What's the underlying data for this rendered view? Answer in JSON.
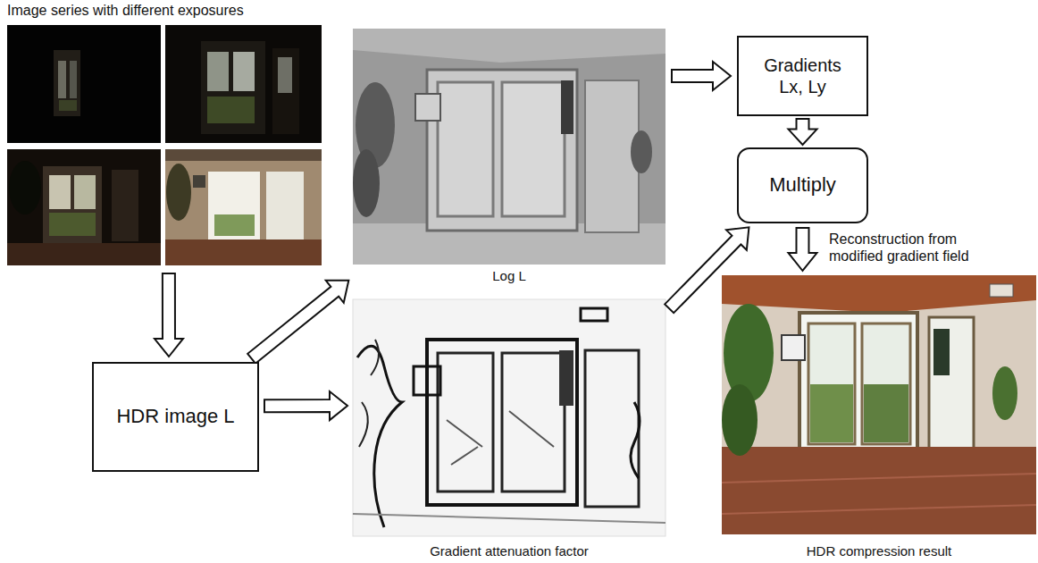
{
  "diagram": {
    "nodes": [
      {
        "text": [
          "Image series with different exposures"
        ]
      },
      {
        "text": [
          "HDR image L"
        ]
      },
      {
        "text": [
          "Log L"
        ]
      },
      {
        "text": [
          "Gradient attenuation factor"
        ]
      },
      {
        "text": [
          "Gradients Lx, Ly"
        ]
      },
      {
        "text": [
          "Multiply"
        ]
      },
      {
        "text": [
          "HDR compression result"
        ]
      }
    ],
    "edges": [
      {
        "from": 0,
        "to": 1,
        "arrow": "to"
      },
      {
        "from": 1,
        "to": 2,
        "arrow": "to"
      },
      {
        "from": 1,
        "to": 3,
        "arrow": "to"
      },
      {
        "from": 2,
        "to": 4,
        "arrow": "to"
      },
      {
        "from": 4,
        "to": 5,
        "arrow": "to"
      },
      {
        "from": 3,
        "to": 5,
        "arrow": "to"
      },
      {
        "from": 5,
        "to": 6,
        "arrow": "to",
        "label": "Reconstruction from modified gradient field"
      }
    ]
  }
}
